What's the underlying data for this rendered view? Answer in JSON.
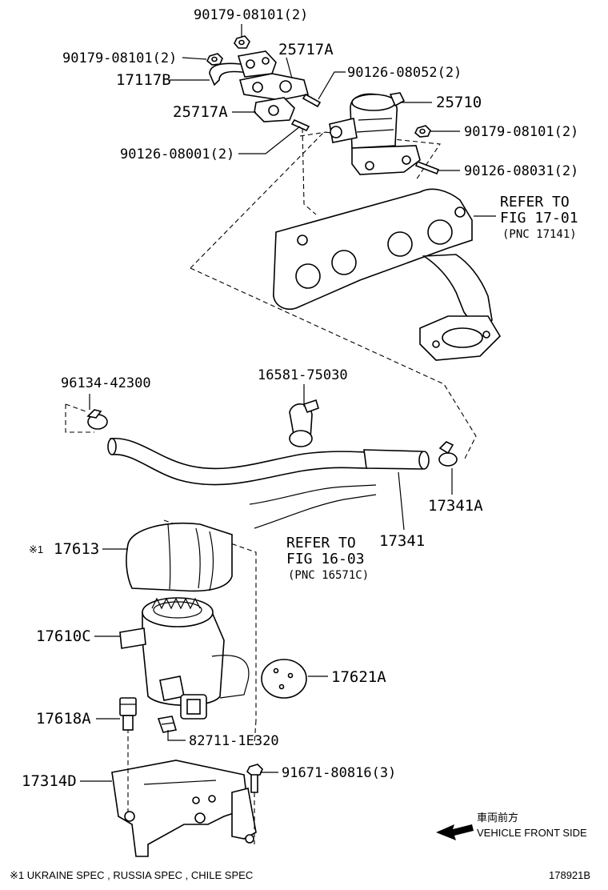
{
  "labels": {
    "p_90179_top": "90179-08101(2)",
    "p_90179_left": "90179-08101(2)",
    "p_25717A_top": "25717A",
    "p_17117B": "17117B",
    "p_90126_08052": "90126-08052(2)",
    "p_25710": "25710",
    "p_25717A_left": "25717A",
    "p_90179_right": "90179-08101(2)",
    "p_90126_08001": "90126-08001(2)",
    "p_90126_08031": "90126-08031(2)",
    "p_96134": "96134-42300",
    "p_16581": "16581-75030",
    "p_17341A": "17341A",
    "p_17341": "17341",
    "p_17613": "17613",
    "p_17610C": "17610C",
    "p_17621A": "17621A",
    "p_17618A": "17618A",
    "p_82711": "82711-1E320",
    "p_17314D": "17314D",
    "p_91671": "91671-80816(3)"
  },
  "refs": {
    "ref1_line1": "REFER TO",
    "ref1_line2": "FIG 17-01",
    "ref1_pnc": "(PNC 17141)",
    "ref2_line1": "REFER TO",
    "ref2_line2": "FIG 16-03",
    "ref2_pnc": "(PNC 16571C)"
  },
  "marks": {
    "note_mark": "※1"
  },
  "footer": {
    "note": "※1 UKRAINE SPEC , RUSSIA SPEC , CHILE SPEC",
    "front_jp": "車両前方",
    "front_en": "VEHICLE FRONT SIDE",
    "diagram_id": "178921B"
  }
}
